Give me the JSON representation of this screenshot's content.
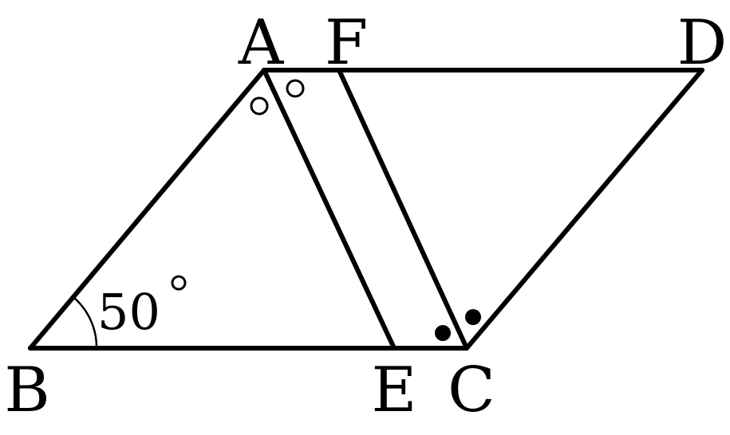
{
  "figure": {
    "vertices": {
      "A": "A",
      "B": "B",
      "C": "C",
      "D": "D",
      "E": "E",
      "F": "F"
    },
    "angle_B": {
      "value": "50",
      "unit_symbol": "°"
    },
    "segments": [
      "AB",
      "BC",
      "AD",
      "CD",
      "AE",
      "CF"
    ],
    "equal_angle_marks": [
      {
        "style": "open-circle",
        "vertex": "A",
        "count": 2
      },
      {
        "style": "filled-dot",
        "vertex": "C",
        "count": 2
      }
    ],
    "colors": {
      "stroke": "#000000",
      "background": "#ffffff"
    }
  }
}
